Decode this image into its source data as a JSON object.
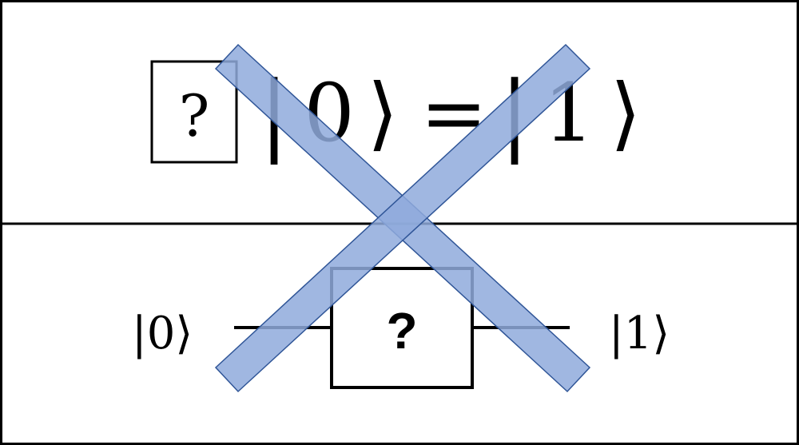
{
  "equation": {
    "operator_placeholder": "?",
    "lhs_bar": "|",
    "lhs_value": "0",
    "lhs_angle": "⟩",
    "equals": "=",
    "rhs_bar": "|",
    "rhs_value": "1",
    "rhs_angle": "⟩"
  },
  "circuit": {
    "input_state": "|0⟩",
    "gate_label": "?",
    "output_state": "|1⟩"
  },
  "cross_mark": {
    "meaning": "incorrect",
    "fill_color": "#8FAADC",
    "stroke_color": "#2F5597",
    "opacity": 0.85
  },
  "colors": {
    "border": "#000000",
    "text": "#000000",
    "background": "#ffffff"
  }
}
